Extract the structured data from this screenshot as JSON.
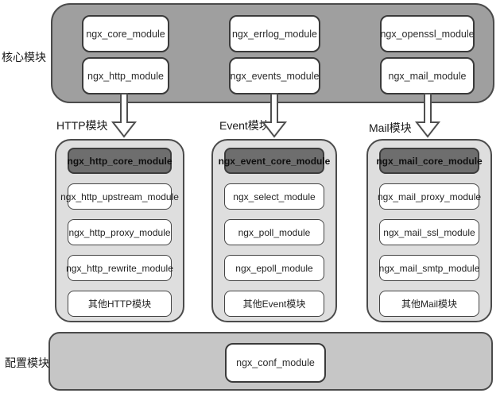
{
  "title": "nginx-module-architecture-diagram",
  "core_panel": {
    "label": "核心模块",
    "row1": [
      "ngx_core_module",
      "ngx_errlog_module",
      "ngx_openssl_module"
    ],
    "row2": [
      "ngx_http_module",
      "ngx_events_module",
      "ngx_mail_module"
    ]
  },
  "columns": [
    {
      "label": "HTTP模块",
      "header": "ngx_http_core_module",
      "items": [
        "ngx_http_upstream_module",
        "ngx_http_proxy_module",
        "ngx_http_rewrite_module",
        "其他HTTP模块"
      ]
    },
    {
      "label": "Event模块",
      "header": "ngx_event_core_module",
      "items": [
        "ngx_select_module",
        "ngx_poll_module",
        "ngx_epoll_module",
        "其他Event模块"
      ]
    },
    {
      "label": "Mail模块",
      "header": "ngx_mail_core_module",
      "items": [
        "ngx_mail_proxy_module",
        "ngx_mail_ssl_module",
        "ngx_mail_smtp_module",
        "其他Mail模块"
      ]
    }
  ],
  "config_panel": {
    "label": "配置模块",
    "module": "ngx_conf_module"
  },
  "colors": {
    "core_band_fill": "#9f9f9f",
    "column_panel_fill": "#dedede",
    "header_box_fill": "#6e6e6e",
    "config_band_fill": "#c6c6c6",
    "border": "#4b4b4b",
    "box_fill": "#ffffff",
    "text": "#2b2b2b"
  }
}
